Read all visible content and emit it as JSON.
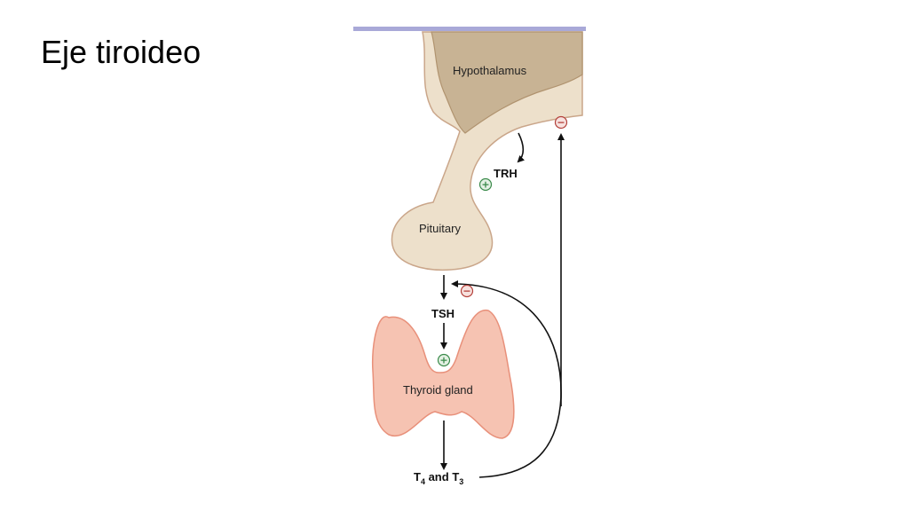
{
  "slide": {
    "title": "Eje tiroideo"
  },
  "diagram": {
    "labels": {
      "hypothalamus": "Hypothalamus",
      "pituitary": "Pituitary",
      "trh": "TRH",
      "tsh": "TSH",
      "thyroid": "Thyroid gland",
      "t4_letter": "T",
      "t4_sub": "4",
      "and_word": " and ",
      "t3_letter": "T",
      "t3_sub": "3"
    },
    "signs": {
      "plus": "+",
      "minus": "−"
    },
    "colors": {
      "hypothalamus": "#c8b394",
      "pituitary_tissue": "#ede0cb",
      "thyroid": "#f6c3b2",
      "thyroid_outline": "#e8907a",
      "plus_sign": "#3a8a4a",
      "minus_sign": "#b3403a",
      "top_rule": "#a9a9d8"
    }
  }
}
